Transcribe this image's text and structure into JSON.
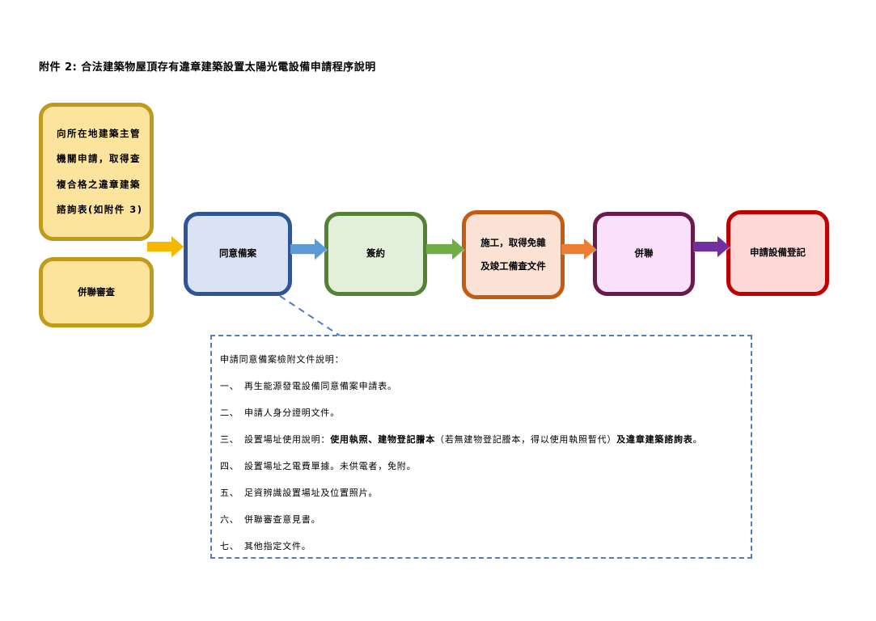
{
  "title": "附件 2: 合法建築物屋頂存有違章建築設置太陽光電設備申請程序說明",
  "flow": {
    "apply": {
      "lines": [
        "向所在地建築主管",
        "機關申請，取得查",
        "複合格之違章建築",
        "諮詢表(如附件 3)"
      ],
      "fill": "#fde49c",
      "border": "#c09a1b"
    },
    "review": {
      "label": "併聯審查",
      "fill": "#fde49c",
      "border": "#c09a1b"
    },
    "consent": {
      "label": "同意備案",
      "fill": "#dae3f3",
      "border": "#2f5597"
    },
    "contract": {
      "label": "簽約",
      "fill": "#e2f0d9",
      "border": "#538135"
    },
    "construct": {
      "lines": [
        "施工，取得免雜",
        "及竣工備查文件"
      ],
      "fill": "#fbe2d5",
      "border": "#c55a11"
    },
    "grid": {
      "label": "併聯",
      "fill": "#fbe0fb",
      "border": "#6a1b4d"
    },
    "register": {
      "label": "申請設備登記",
      "fill": "#ffd7d7",
      "border": "#c00000"
    },
    "arrow_colors": [
      "#f5b800",
      "#5b9bd5",
      "#70ad47",
      "#ed7d31",
      "#7030a0"
    ]
  },
  "documents": {
    "heading": "申請同意備案檢附文件說明：",
    "items": [
      {
        "num": "一、",
        "text": "再生能源發電設備同意備案申請表。"
      },
      {
        "num": "二、",
        "text": "申請人身分證明文件。"
      },
      {
        "num": "三、",
        "text_prefix": "設置場址使用說明：",
        "bold1": "使用執照、建物登記謄本",
        "text_mid": "（若無建物登記謄本，得以使用執照暫代）",
        "bold2": "及違章建築諮詢表",
        "text_suffix": "。"
      },
      {
        "num": "四、",
        "text": "設置場址之電費單據。未供電者，免附。"
      },
      {
        "num": "五、",
        "text": "足資辨識設置場址及位置照片。"
      },
      {
        "num": "六、",
        "text": "併聯審查意見書。"
      },
      {
        "num": "七、",
        "text": "其他指定文件。"
      }
    ],
    "border_color": "#4f7dbd"
  }
}
